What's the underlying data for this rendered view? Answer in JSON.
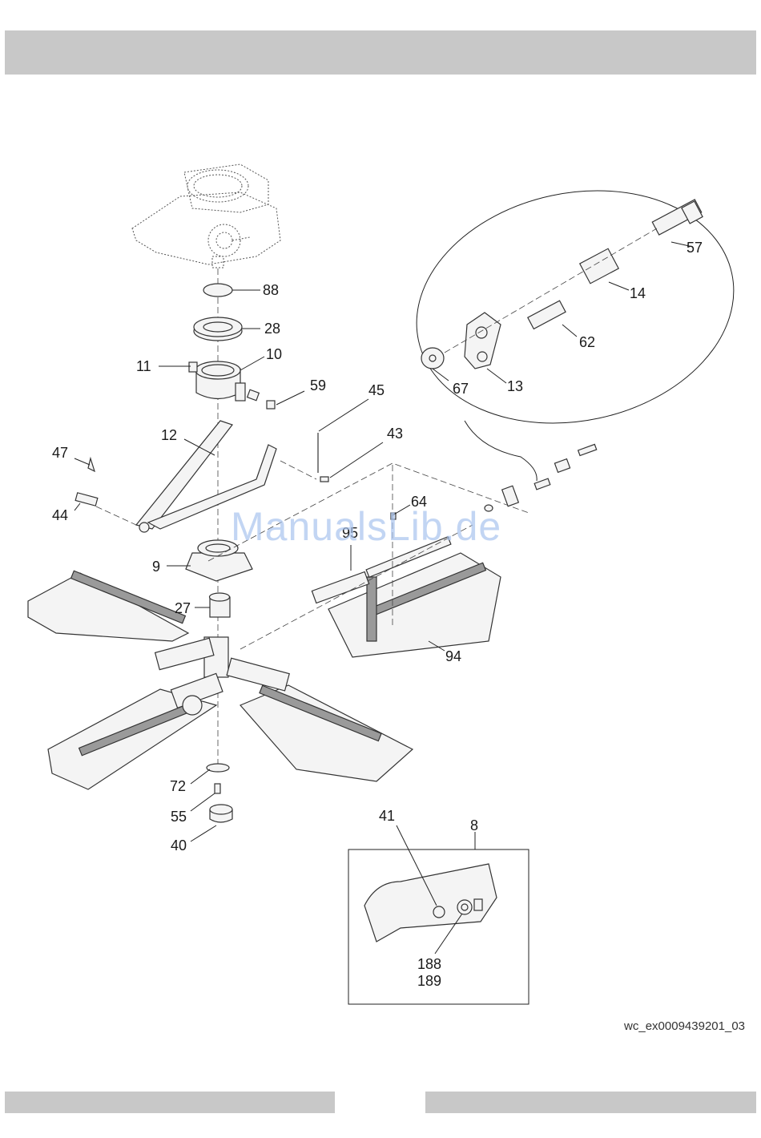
{
  "header": {
    "title": ""
  },
  "watermark": "ManualsLib.de",
  "reference_code": "wc_ex0009439201_03",
  "callouts": {
    "p88": "88",
    "p28": "28",
    "p10": "10",
    "p11": "11",
    "p59": "59",
    "p45": "45",
    "p43": "43",
    "p12": "12",
    "p47": "47",
    "p44": "44",
    "p9": "9",
    "p64": "64",
    "p95": "95",
    "p27": "27",
    "p94": "94",
    "p72": "72",
    "p55": "55",
    "p40": "40",
    "p57": "57",
    "p14": "14",
    "p62": "62",
    "p67": "67",
    "p13": "13",
    "p41": "41",
    "p8": "8",
    "p188": "188",
    "p189": "189"
  }
}
